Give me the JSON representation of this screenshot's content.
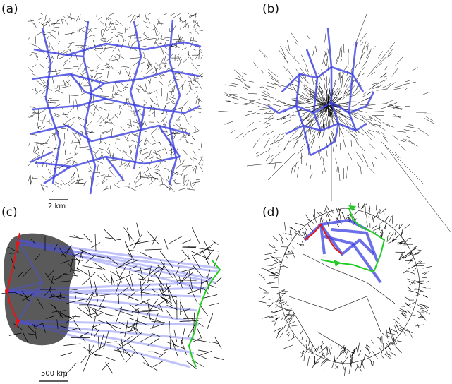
{
  "panels": [
    {
      "label": "(a)",
      "scale_bar": "2 km"
    },
    {
      "label": "(b)"
    },
    {
      "label": "(c)",
      "scale_bar": "500 km"
    },
    {
      "label": "(d)"
    }
  ],
  "colors": {
    "network": "#000000",
    "highlight": "#3a3fe0",
    "red_path": "#e01818",
    "green_path": "#22cc22",
    "shaded_region": "#5a5a5a"
  }
}
